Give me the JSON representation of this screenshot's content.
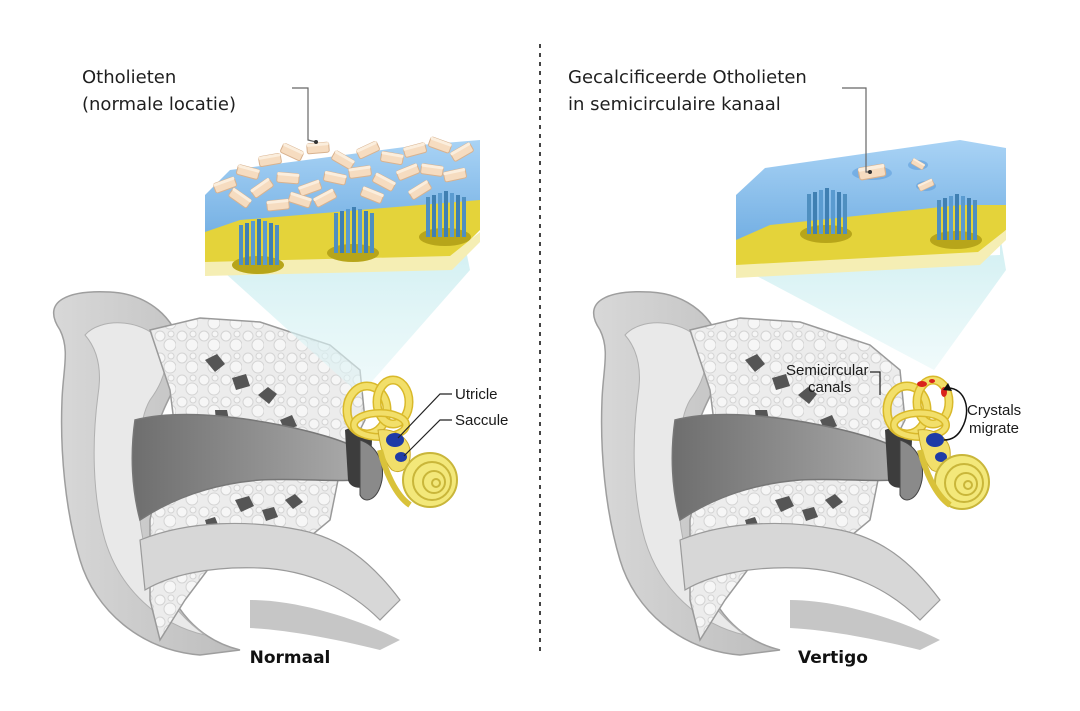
{
  "left": {
    "heading_line1": "Otholieten",
    "heading_line2": "(normale locatie)",
    "label_utricle": "Utricle",
    "label_saccule": "Saccule",
    "caption": "Normaal"
  },
  "right": {
    "heading_line1": "Gecalcificeerde Otholieten",
    "heading_line2": "in semicirculaire kanaal",
    "label_canals_line1": "Semicircular",
    "label_canals_line2": "canals",
    "label_crystals_line1": "Crystals",
    "label_crystals_line2": "migrate",
    "caption": "Vertigo"
  },
  "colors": {
    "fluid_blue": "#7fb7ea",
    "membrane_yellow": "#e6d63a",
    "hair_cell_blue": "#4f8fc0",
    "otolith": "#f3d8b8",
    "ear_gray": "#c9c9c9",
    "labyrinth_yellow": "#f2df6a",
    "crystal_red": "#d9241c"
  }
}
